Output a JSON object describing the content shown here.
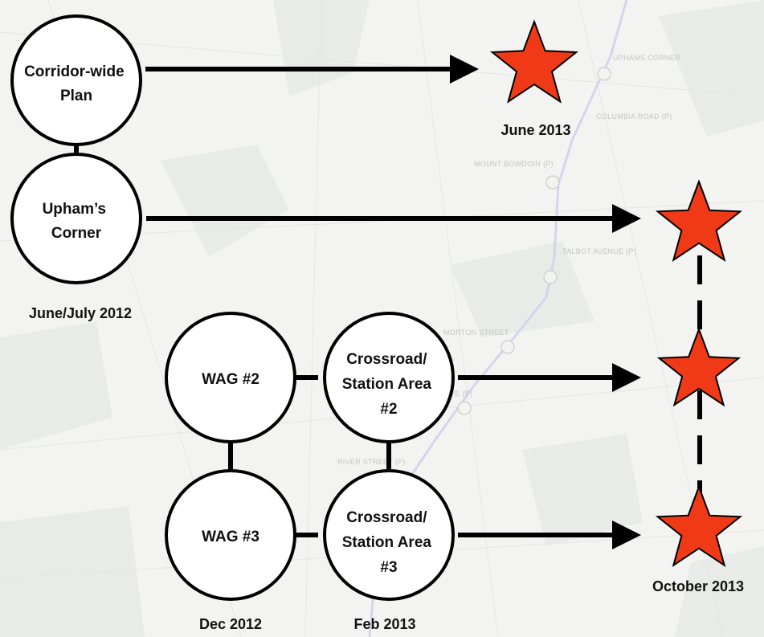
{
  "nodes": {
    "corridor_plan": [
      "Corridor-wide",
      "Plan"
    ],
    "uphams_corner": [
      "Upham’s",
      "Corner"
    ],
    "wag2": [
      "WAG #2"
    ],
    "wag3": [
      "WAG #3"
    ],
    "crossroad2": [
      "Crossroad/",
      "Station Area",
      "#2"
    ],
    "crossroad3": [
      "Crossroad/",
      "Station Area",
      "#3"
    ]
  },
  "labels": {
    "june_2013": "June 2013",
    "june_july_2012": "June/July 2012",
    "october_2013": "October 2013",
    "dec_2012": "Dec 2012",
    "feb_2013": "Feb 2013"
  },
  "map_labels": {
    "uphams": "UPHAMS CORNER",
    "columbia": "COLUMBIA ROAD (P)",
    "mount_bowdoin": "MOUNT BOWDOIN (P)",
    "talbot": "TALBOT AVENUE (P)",
    "morton": "MORTON STREET",
    "blue_hill_fragment": "VE (P)",
    "river_street": "RIVER STREET (P)"
  },
  "colors": {
    "background": "#f3f4f2",
    "node_fill": "#ffffff",
    "stroke": "#000000",
    "star_fill": "#f03a17",
    "map_line": "#d9d2ec",
    "map_text": "#c4c6c4"
  }
}
